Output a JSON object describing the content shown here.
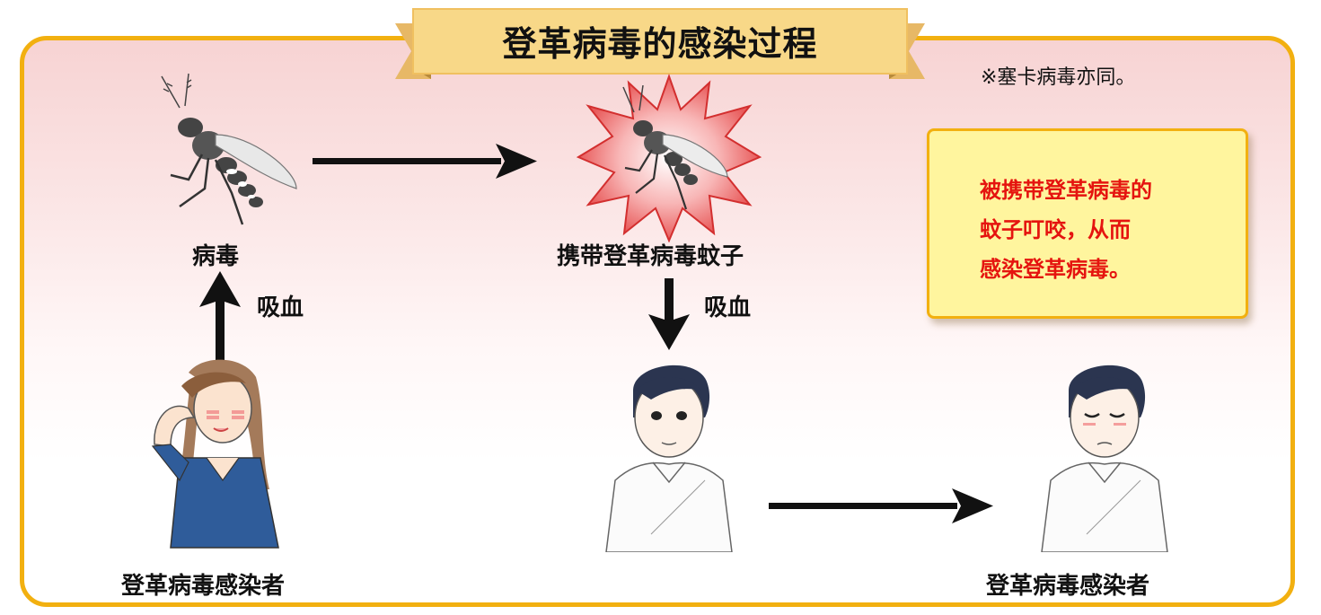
{
  "title": "登革病毒的感染过程",
  "note": "※塞卡病毒亦同。",
  "callout": {
    "lines": [
      "被携带登革病毒的",
      "蚊子叮咬，从而",
      "感染登革病毒。"
    ]
  },
  "labels": {
    "virus": "病毒",
    "carrier_mosquito": "携带登革病毒蚊子",
    "bite_left": "吸血",
    "bite_right": "吸血",
    "infected_left": "登革病毒感染者",
    "infected_right": "登革病毒感染者"
  },
  "colors": {
    "frame_border": "#f2b010",
    "callout_text": "#e5140f",
    "callout_bg": "#fff59e",
    "banner": "#f8d888"
  },
  "icons": {
    "mosquito": "mosquito-icon",
    "mosquito_carrier": "infected-mosquito-icon",
    "burst": "red-burst-icon",
    "person_sick_woman": "sick-woman-icon",
    "person_healthy_man": "healthy-man-icon",
    "person_sick_man": "sick-man-icon"
  }
}
